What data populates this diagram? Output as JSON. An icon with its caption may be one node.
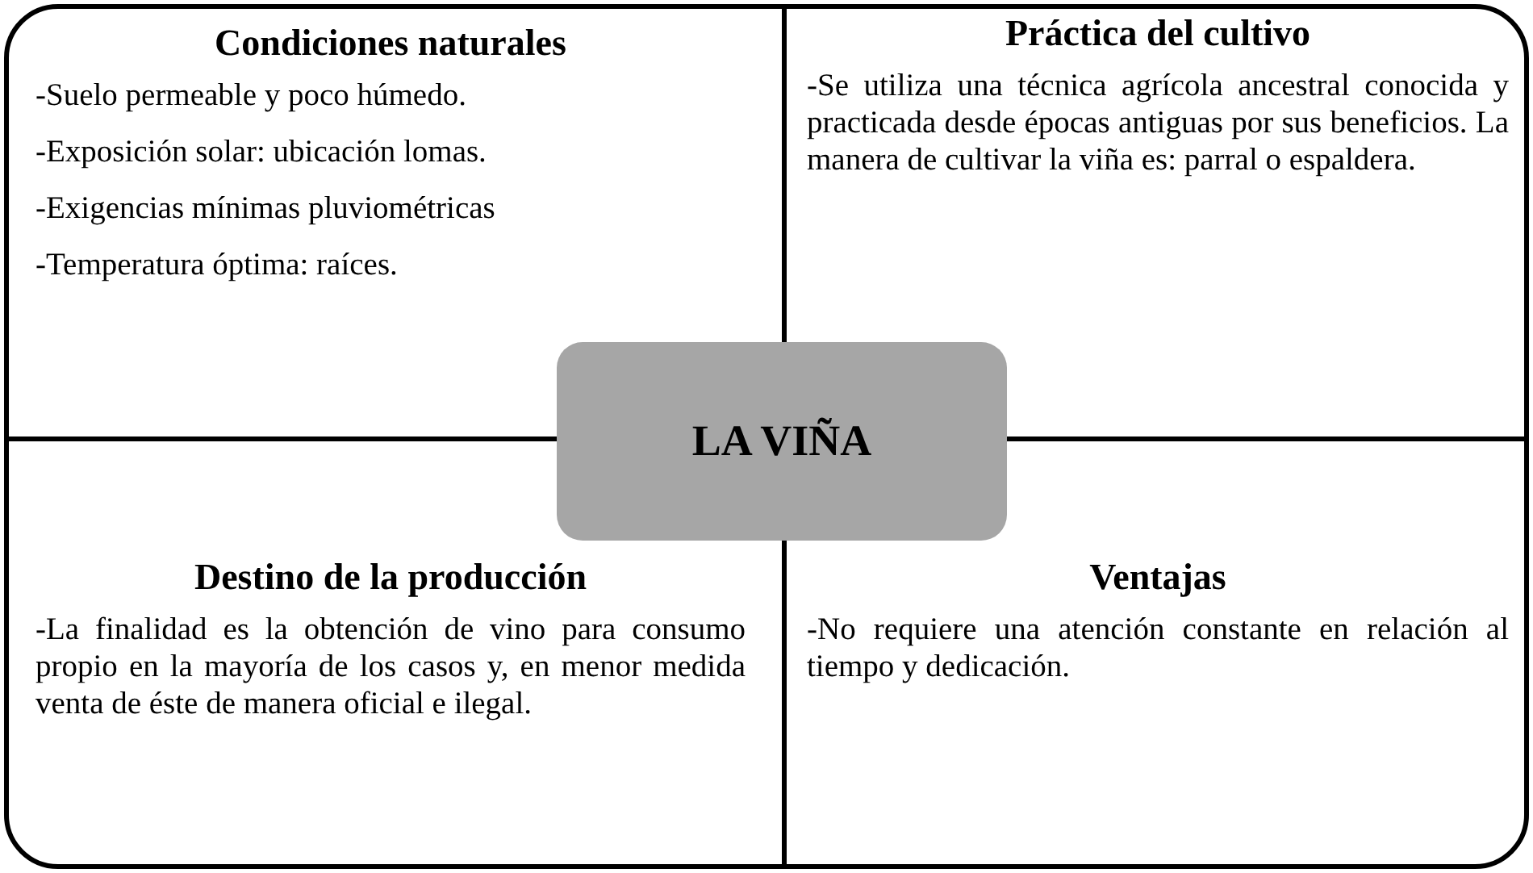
{
  "diagram": {
    "nodes": [
      {
        "text": [
          "Condiciones naturales",
          "-Suelo permeable y poco húmedo.",
          "-Exposición solar: ubicación lomas.",
          "-Exigencias mínimas pluviométricas",
          "-Temperatura óptima: raíces."
        ]
      },
      {
        "text": [
          "Práctica del cultivo",
          "-Se utiliza una técnica agrícola ancestral conocida y practicada desde épocas antiguas por sus beneficios. La manera de cultivar la viña es: parral o espaldera."
        ]
      },
      {
        "text": [
          "LA VIÑA"
        ]
      },
      {
        "text": [
          "Destino de la producción",
          "-La finalidad es la obtención de vino para consumo propio en la mayoría de los casos y, en menor medida venta de éste de manera oficial e ilegal."
        ]
      },
      {
        "text": [
          "Ventajas",
          "-No requiere una atención constante en relación al tiempo y dedicación."
        ]
      }
    ]
  }
}
